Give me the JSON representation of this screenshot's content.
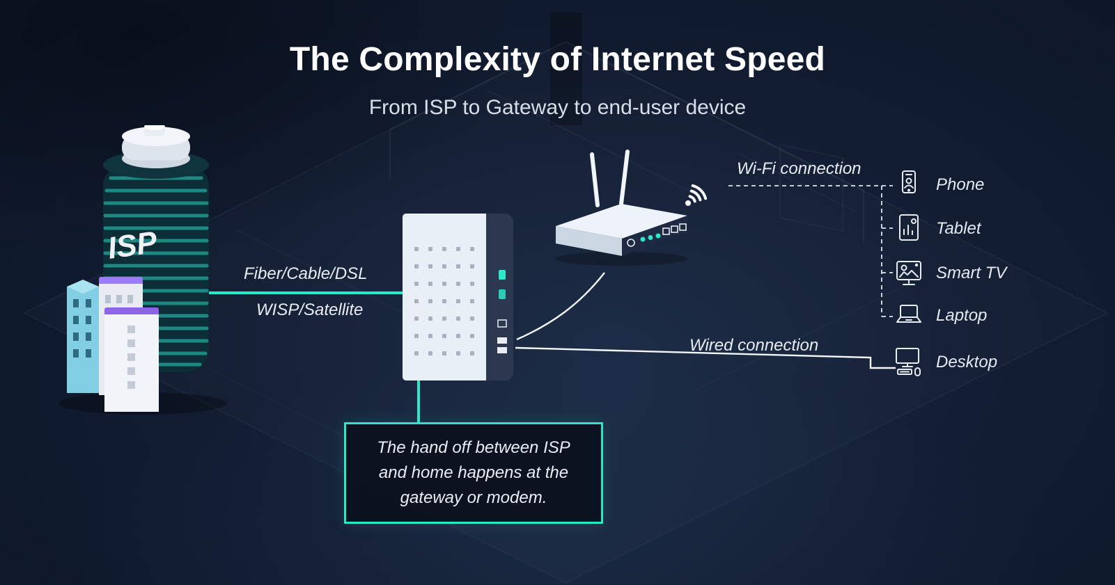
{
  "title": "The Complexity of Internet Speed",
  "subtitle": "From ISP to Gateway to end-user device",
  "isp_building": {
    "label": "ISP"
  },
  "link_labels": {
    "isp_to_modem_top": "Fiber/Cable/DSL",
    "isp_to_modem_bottom": "WISP/Satellite",
    "wifi": "Wi-Fi connection",
    "wired": "Wired connection"
  },
  "devices": [
    {
      "label": "Phone"
    },
    {
      "label": "Tablet"
    },
    {
      "label": "Smart TV"
    },
    {
      "label": "Laptop"
    },
    {
      "label": "Desktop"
    }
  ],
  "callout": {
    "text": "The hand off between ISP and home happens at the gateway or modem."
  },
  "colors": {
    "accent_teal": "#2ee6c8",
    "background_navy": "#101b2e",
    "line_white": "#f5f8fb",
    "purple_accent": "#9b7bf7"
  }
}
